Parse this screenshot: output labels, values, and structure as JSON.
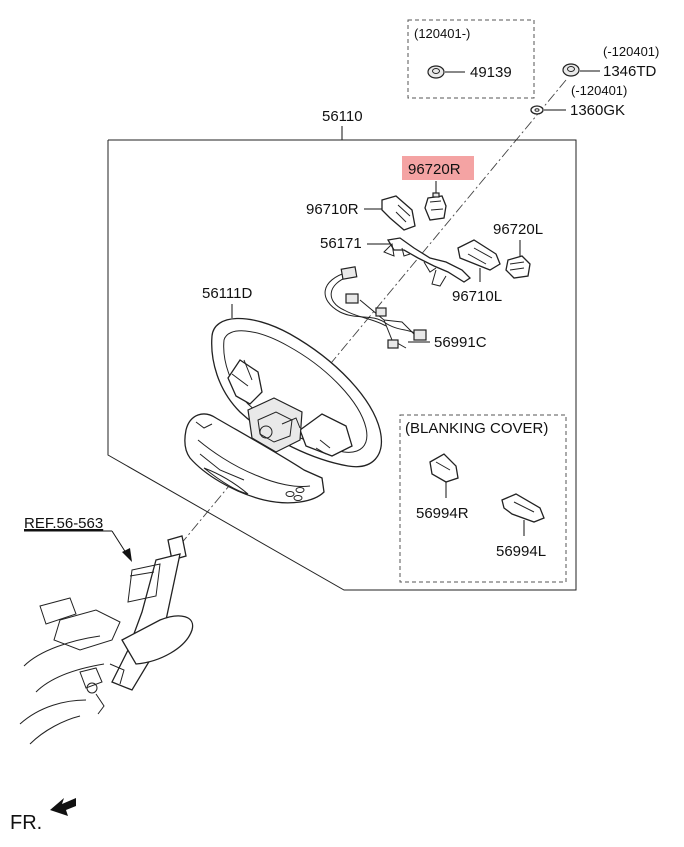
{
  "labels": {
    "callout_120401": "(120401-)",
    "part_49139": "49139",
    "callout_m120401_a": "(-120401)",
    "part_1346TD": "1346TD",
    "callout_m120401_b": "(-120401)",
    "part_1360GK": "1360GK",
    "assembly_56110": "56110",
    "part_96720R": "96720R",
    "part_96710R": "96710R",
    "part_56171": "56171",
    "part_96720L": "96720L",
    "part_96710L": "96710L",
    "part_56111D": "56111D",
    "part_56991C": "56991C",
    "blanking_cover": "(BLANKING COVER)",
    "part_56994R": "56994R",
    "part_56994L": "56994L",
    "ref": "REF.56-563",
    "front": "FR."
  },
  "colors": {
    "highlight": "#f4a3a3",
    "line": "#222222"
  }
}
